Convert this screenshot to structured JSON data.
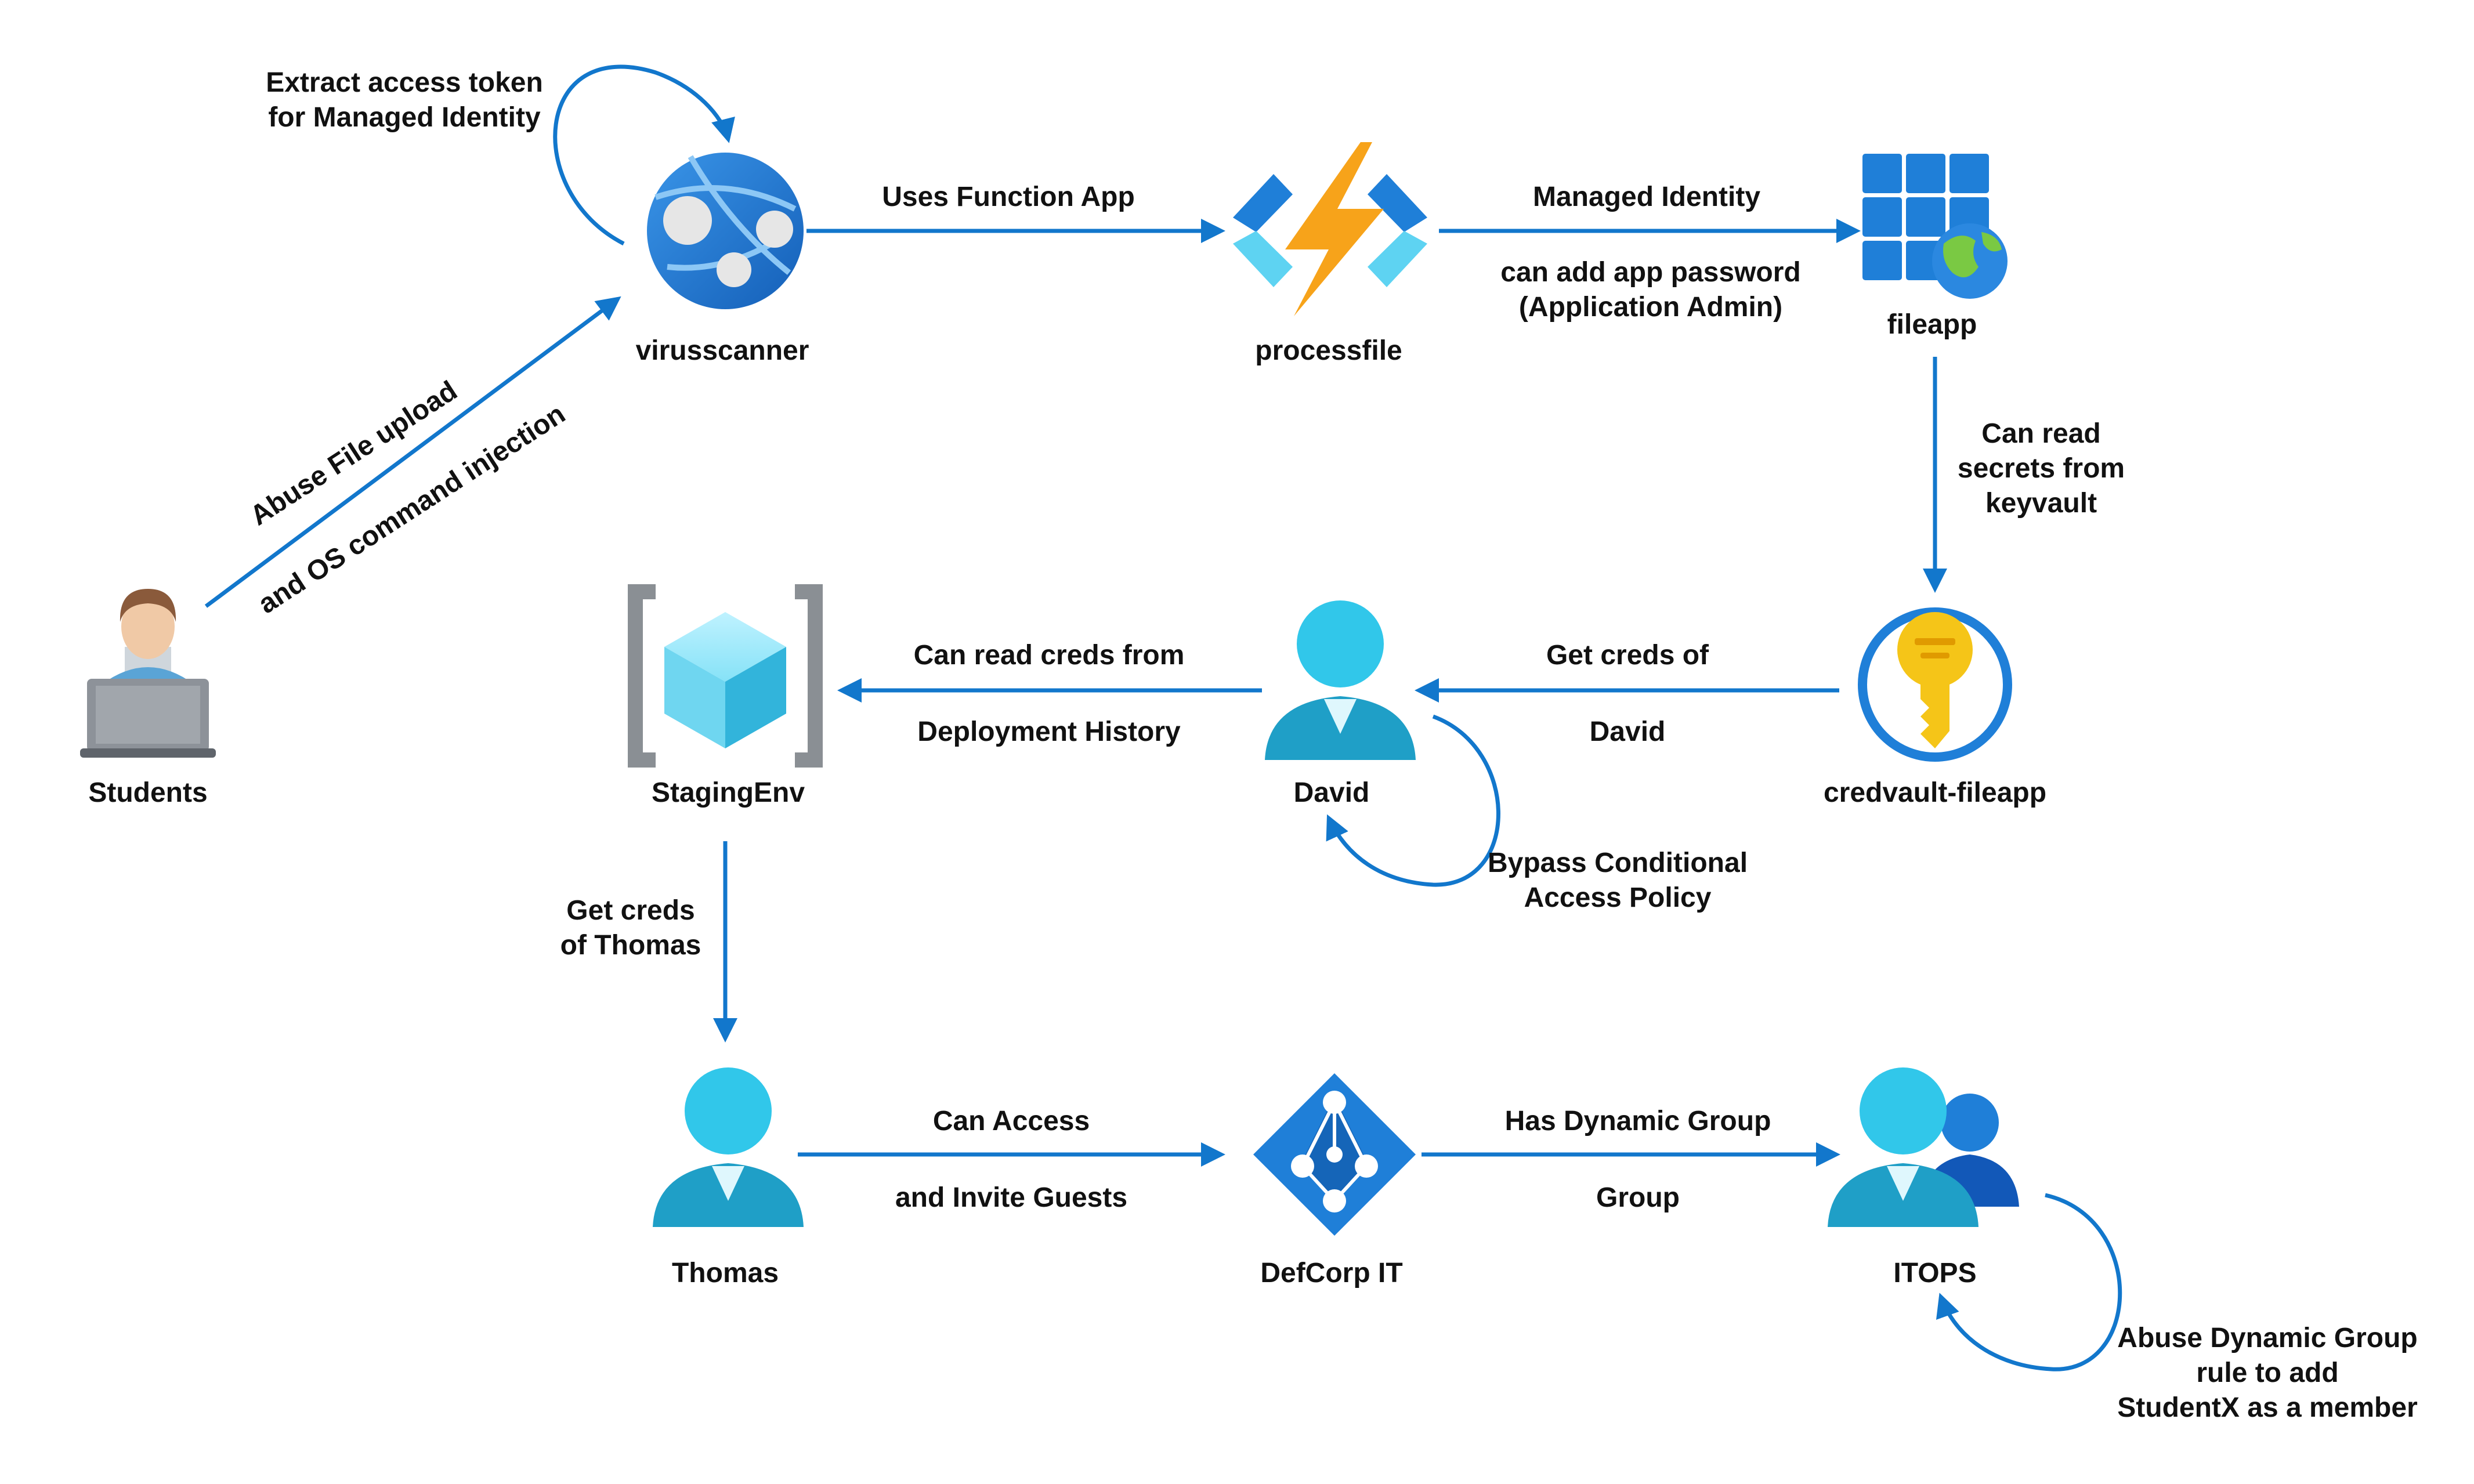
{
  "nodes": {
    "students": "Students",
    "virusscanner": "virusscanner",
    "processfile": "processfile",
    "fileapp": "fileapp",
    "credvault": "credvault-fileapp",
    "david": "David",
    "stagingenv": "StagingEnv",
    "thomas": "Thomas",
    "defcorp": "DefCorp IT",
    "itops": "ITOPS"
  },
  "edges": {
    "students_virusscanner_1": "Abuse File upload",
    "students_virusscanner_2": "and OS command injection",
    "virusscanner_self_1": "Extract access token",
    "virusscanner_self_2": "for Managed Identity",
    "virusscanner_processfile": "Uses Function App",
    "processfile_fileapp_1": "Managed Identity",
    "processfile_fileapp_2": "can add app password",
    "processfile_fileapp_3": "(Application Admin)",
    "fileapp_credvault_1": "Can read",
    "fileapp_credvault_2": "secrets from",
    "fileapp_credvault_3": "keyvault",
    "credvault_david_1": "Get creds of",
    "credvault_david_2": "David",
    "david_self_1": "Bypass Conditional",
    "david_self_2": "Access Policy",
    "david_staging_1": "Can read creds from",
    "david_staging_2": "Deployment History",
    "staging_thomas_1": "Get creds",
    "staging_thomas_2": "of Thomas",
    "thomas_defcorp_1": "Can Access",
    "thomas_defcorp_2": "and Invite Guests",
    "defcorp_itops_1": "Has Dynamic Group",
    "defcorp_itops_2": "Group",
    "itops_self_1": "Abuse Dynamic Group",
    "itops_self_2": "rule to add",
    "itops_self_3": "StudentX as a member"
  },
  "colors": {
    "arrow": "#1277cc",
    "azure_blue": "#1f7fd8",
    "user_cyan": "#31c7ea",
    "user_teal": "#1f9fc7",
    "bolt_orange": "#f7a31a",
    "key_yellow": "#f5c518"
  }
}
